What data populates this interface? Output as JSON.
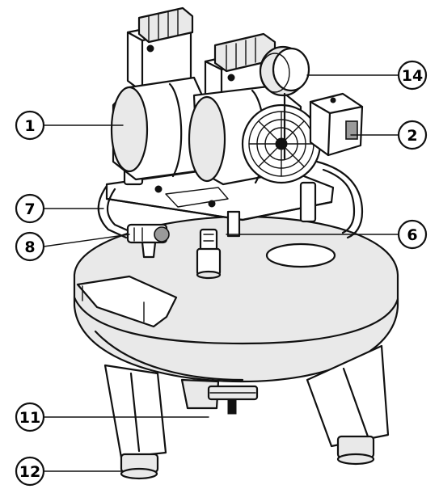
{
  "diagram": {
    "subject": "oil-free air compressor",
    "callouts": [
      {
        "id": "c1",
        "number": "1"
      },
      {
        "id": "c2",
        "number": "2"
      },
      {
        "id": "c6",
        "number": "6"
      },
      {
        "id": "c7",
        "number": "7"
      },
      {
        "id": "c8",
        "number": "8"
      },
      {
        "id": "c11",
        "number": "11"
      },
      {
        "id": "c12",
        "number": "12"
      },
      {
        "id": "c14",
        "number": "14"
      }
    ]
  },
  "colors": {
    "line": "#111111",
    "background": "#ffffff",
    "fill_light": "#e9e9e9",
    "fill_dark": "#9a9a9a"
  }
}
